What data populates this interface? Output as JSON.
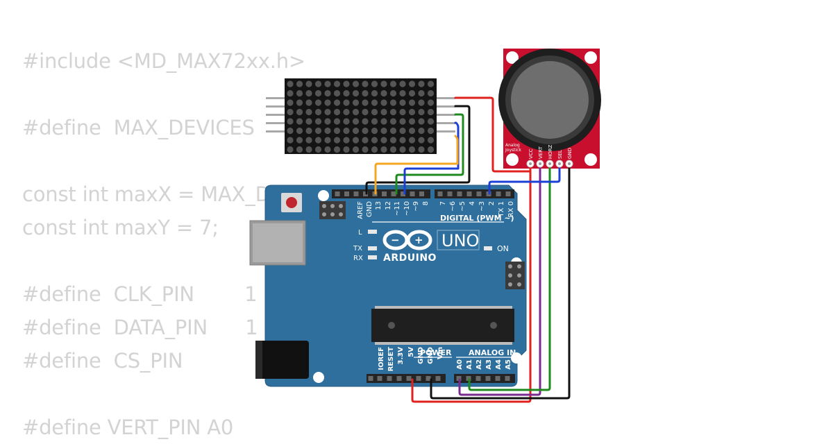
{
  "code_lines": [
    "#include <MD_MAX72xx.h>",
    "",
    "#define  MAX_DEVICES",
    "",
    "const int maxX = MAX_D",
    "const int maxY = 7;",
    "",
    "#define  CLK_PIN        1",
    "#define  DATA_PIN      1",
    "#define  CS_PIN",
    "",
    "#define VERT_PIN A0"
  ],
  "arduino": {
    "brand": "ARDUINO",
    "model": "UNO",
    "digital_label": "DIGITAL (PWM ~)",
    "power_label": "POWER",
    "analog_label": "ANALOG IN",
    "on_label": "ON",
    "led_l": "L",
    "led_tx": "TX",
    "led_rx": "RX",
    "top_pins": [
      "AREF",
      "GND",
      "13",
      "12",
      "~11",
      "~10",
      "~9",
      "8",
      "7",
      "~6",
      "~5",
      "4",
      "~3",
      "2",
      "TX 1",
      "RX 0"
    ],
    "power_pins": [
      "IOREF",
      "RESET",
      "3.3V",
      "5V",
      "GND",
      "GND",
      "Vin"
    ],
    "analog_pins": [
      "A0",
      "A1",
      "A2",
      "A3",
      "A4",
      "A5"
    ],
    "board_color": "#2e6f9e"
  },
  "joystick": {
    "label_line1": "Analog",
    "label_line2": "Joystick",
    "pins": [
      "VCC",
      "VERT",
      "HORZ",
      "SEL",
      "GND"
    ],
    "board_color": "#c8102e"
  },
  "wire_colors": {
    "red": "#e0211d",
    "black": "#111111",
    "green": "#1e8a1e",
    "blue": "#1c3fd6",
    "orange": "#f5a623",
    "purple": "#7b2a8f"
  }
}
